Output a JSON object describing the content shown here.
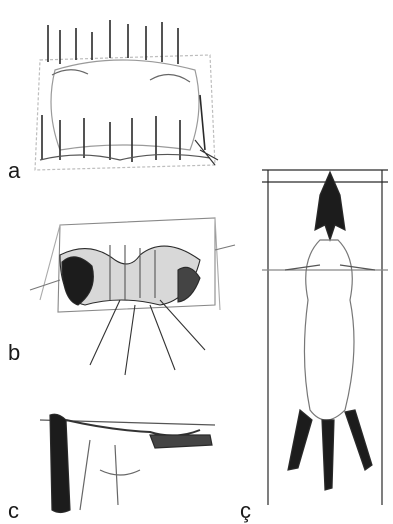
{
  "panels": [
    {
      "id": "a",
      "label": "a"
    },
    {
      "id": "b",
      "label": "b"
    },
    {
      "id": "c",
      "label": "c"
    },
    {
      "id": "cc",
      "label": "ç"
    }
  ],
  "colors": {
    "ink": "#2a2a2a",
    "dark": "#1c1c1c",
    "wash": "#bdbdbd"
  }
}
